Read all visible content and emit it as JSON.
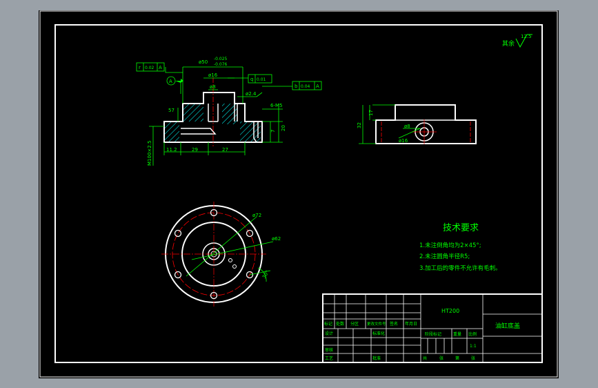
{
  "colors": {
    "background": "#000000",
    "frame": "#ffffff",
    "dimension": "#00ff00",
    "hatch": "#00ffff",
    "centerline": "#ff0000",
    "chrome": "#9aa1a8"
  },
  "roughness": {
    "label": "其余",
    "value": "12.5"
  },
  "front_view": {
    "dims": {
      "phi50": "ø50",
      "phi50_tol_upper": "-0.025",
      "phi50_tol_lower": "-0.076",
      "phi16": "ø16",
      "phi8": "ø8",
      "phi2_4": "ø2.4",
      "thread": "6-M5",
      "d57": "57",
      "d20": "20",
      "d7": "7",
      "d11": "11.2",
      "d29": "29",
      "d27": "27",
      "m100": "M100×2.5"
    },
    "fcf_r": {
      "symbol": "r",
      "value": "0.02",
      "datum": "A"
    },
    "fcf_q": {
      "symbol": "q",
      "value": "0.01"
    },
    "fcf_b": {
      "symbol": "b",
      "value": "0.04",
      "datum": "A"
    },
    "datum_a": "A"
  },
  "side_view": {
    "dims": {
      "d17": "17",
      "d32": "32",
      "phi8": "ø8",
      "phi16": "ø16"
    }
  },
  "top_view": {
    "dims": {
      "phi72": "ø72",
      "phi62": "ø62",
      "angle": "30°"
    }
  },
  "notes": {
    "title": "技术要求",
    "items": [
      "1.未注倒角均为2×45°;",
      "2.未注圆角半径R5;",
      "3.加工后的零件不允许有毛刺。"
    ]
  },
  "title_block": {
    "material": "HT200",
    "part_name": "油缸底盖",
    "scale": "1:1",
    "header_labels": [
      "标记",
      "处数",
      "分区",
      "更改文件号",
      "签名",
      "年月日"
    ],
    "row_labels": [
      "设计",
      "审核",
      "工艺"
    ],
    "standardization": "标准化",
    "approve": "批准",
    "stage_mark": "阶段标记",
    "weight": "重量",
    "scale_label": "比例",
    "sheet_total": "共",
    "sheet_unit": "张",
    "sheet_index": "第"
  }
}
